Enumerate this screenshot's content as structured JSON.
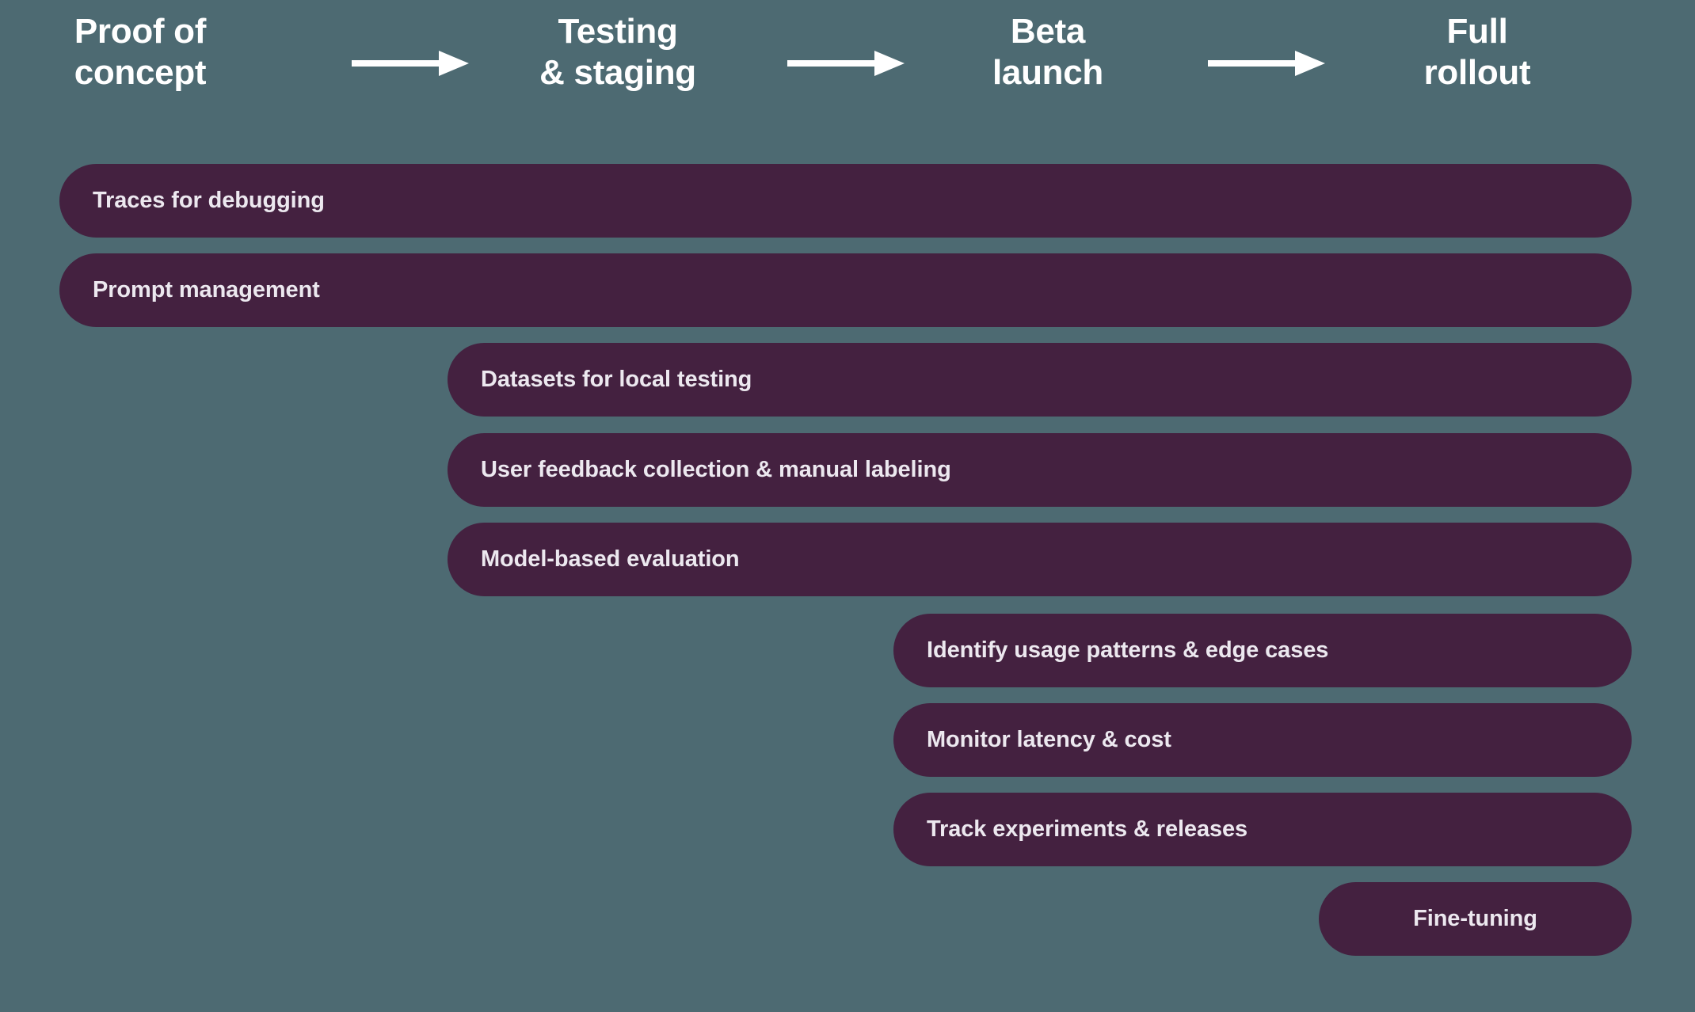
{
  "theme": {
    "background": "#4d6a72",
    "pill_fill": "#442140",
    "pill_text": "#ece8ef",
    "header_text": "#ffffff",
    "arrow_color": "#ffffff"
  },
  "header": {
    "phases": [
      {
        "id": "proof-of-concept",
        "line1": "Proof of",
        "line2": "concept"
      },
      {
        "id": "testing-and-staging",
        "line1": "Testing",
        "line2": "& staging"
      },
      {
        "id": "beta-launch",
        "line1": "Beta",
        "line2": "launch"
      },
      {
        "id": "full-rollout",
        "line1": "Full",
        "line2": "rollout"
      }
    ],
    "connectors": [
      {
        "id": "arrow-1",
        "icon": "arrow-right-icon"
      },
      {
        "id": "arrow-2",
        "icon": "arrow-right-icon"
      },
      {
        "id": "arrow-3",
        "icon": "arrow-right-icon"
      }
    ]
  },
  "capabilities": [
    {
      "id": "traces-for-debugging",
      "label": "Traces for debugging",
      "start_phase": "proof-of-concept",
      "end_phase": "full-rollout"
    },
    {
      "id": "prompt-management",
      "label": "Prompt management",
      "start_phase": "proof-of-concept",
      "end_phase": "full-rollout"
    },
    {
      "id": "datasets-for-local-testing",
      "label": "Datasets for local testing",
      "start_phase": "testing-and-staging",
      "end_phase": "full-rollout"
    },
    {
      "id": "user-feedback-collection",
      "label": "User feedback collection & manual labeling",
      "start_phase": "testing-and-staging",
      "end_phase": "full-rollout"
    },
    {
      "id": "model-based-evaluation",
      "label": "Model-based evaluation",
      "start_phase": "testing-and-staging",
      "end_phase": "full-rollout"
    },
    {
      "id": "identify-usage-patterns",
      "label": "Identify usage patterns & edge cases",
      "start_phase": "beta-launch",
      "end_phase": "full-rollout"
    },
    {
      "id": "monitor-latency-cost",
      "label": "Monitor latency & cost",
      "start_phase": "beta-launch",
      "end_phase": "full-rollout"
    },
    {
      "id": "track-experiments-releases",
      "label": "Track experiments & releases",
      "start_phase": "beta-launch",
      "end_phase": "full-rollout"
    },
    {
      "id": "fine-tuning",
      "label": "Fine-tuning",
      "start_phase": "full-rollout",
      "end_phase": "full-rollout"
    }
  ]
}
